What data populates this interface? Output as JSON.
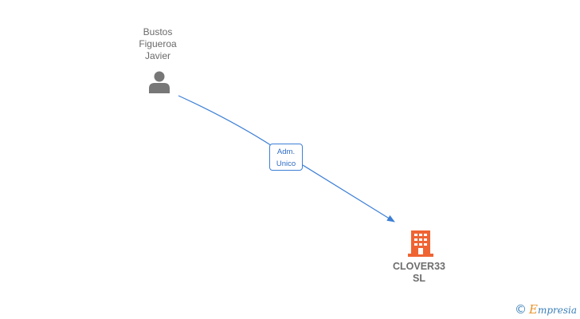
{
  "nodes": {
    "person": {
      "name": "Bustos\nFigueroa\nJavier",
      "icon": "person-icon",
      "color": "#777777"
    },
    "company": {
      "name": "CLOVER33\nSL",
      "icon": "building-icon",
      "color": "#ef6433"
    }
  },
  "edges": [
    {
      "from": "person",
      "to": "company",
      "label": "Adm.\nUnico",
      "color": "#3d7fd6"
    }
  ],
  "brand": {
    "copyright_symbol": "©",
    "initial": "E",
    "rest": "mpresia"
  }
}
